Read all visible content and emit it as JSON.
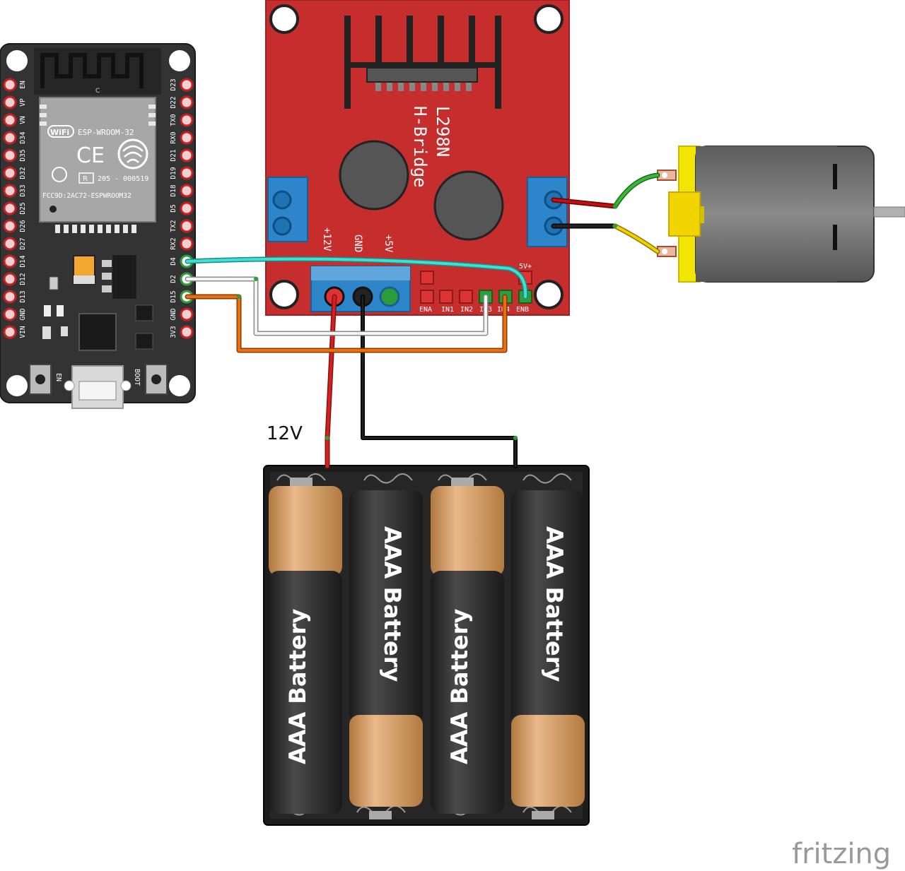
{
  "esp32": {
    "module_label": "ESP-WROOM-32",
    "wifi_label": "WiFi",
    "ce_label": "CE",
    "cert_label": "205 - 000519",
    "r_label": "R",
    "fcc_label": "FCC9D:2AC72-ESPWROOM32",
    "c_label": "C",
    "left_pins": [
      "EN",
      "VP",
      "VN",
      "D34",
      "D35",
      "D32",
      "D33",
      "D25",
      "D26",
      "D27",
      "D14",
      "D12",
      "D13",
      "GND",
      "VIN"
    ],
    "right_pins": [
      "D23",
      "D22",
      "TX0",
      "RX0",
      "D21",
      "D19",
      "D18",
      "D5",
      "TX2",
      "RX2",
      "D4",
      "D2",
      "D15",
      "GND",
      "3V3"
    ],
    "en_button_label": "EN",
    "boot_button_label": "BOOT"
  },
  "l298n": {
    "title_line1": "L298N",
    "title_line2": "H-Bridge",
    "power_labels": [
      "+12V",
      "GND",
      "+5V"
    ],
    "ctrl_labels": [
      "ENA",
      "IN1",
      "IN2",
      "IN3",
      "IN4",
      "ENB"
    ],
    "jumper_label": "5V+"
  },
  "battery": {
    "voltage_label": "12V",
    "cells": [
      "AAA Battery",
      "AAA Battery",
      "AAA Battery",
      "AAA Battery"
    ]
  },
  "watermark": "fritzing"
}
